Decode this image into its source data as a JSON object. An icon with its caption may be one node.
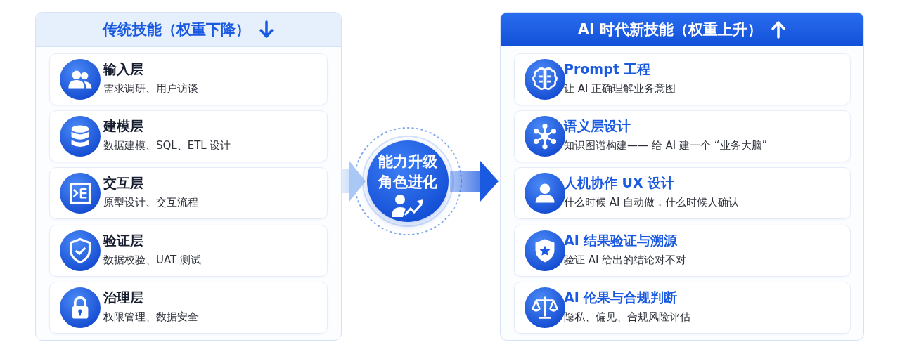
{
  "diagram": {
    "nodes": [
      {
        "text": [
          "传统技能（权重下降）"
        ]
      },
      {
        "text": [
          "输入层",
          "需求调研、用户访谈"
        ],
        "in": 0
      },
      {
        "text": [
          "建模层",
          "数据建模、SQL、ETL 设计"
        ],
        "in": 0
      },
      {
        "text": [
          "交互层",
          "原型设计、交互流程"
        ],
        "in": 0
      },
      {
        "text": [
          "验证层",
          "数据校验、UAT 测试"
        ],
        "in": 0
      },
      {
        "text": [
          "治理层",
          "权限管理、数据安全"
        ],
        "in": 0
      },
      {
        "text": [
          "能力升级角色进化"
        ]
      },
      {
        "text": [
          "AI 时代新技能（权重上升）"
        ]
      },
      {
        "text": [
          "Prompt 工程",
          "让 AI 正确理解业务意图"
        ],
        "in": 7
      },
      {
        "text": [
          "语义层设计",
          "知识图谱构建—— 给 AI 建一个 “业务大脑”"
        ],
        "in": 7
      },
      {
        "text": [
          "人机协作 UX 设计",
          "什么时候 AI 自动做，什么时候人确认"
        ],
        "in": 7
      },
      {
        "text": [
          "AI 结果验证与溯源",
          "验证 AI 给出的结论对不对"
        ],
        "in": 7
      },
      {
        "text": [
          "AI 伦果与合规判断",
          "隐私、偏见、合规风险评估"
        ],
        "in": 7
      }
    ],
    "edges": [
      {
        "from": 0,
        "to": 6,
        "arrow": "to",
        "color": "#a9c8f5"
      },
      {
        "from": 6,
        "to": 7,
        "arrow": "to"
      }
    ]
  }
}
